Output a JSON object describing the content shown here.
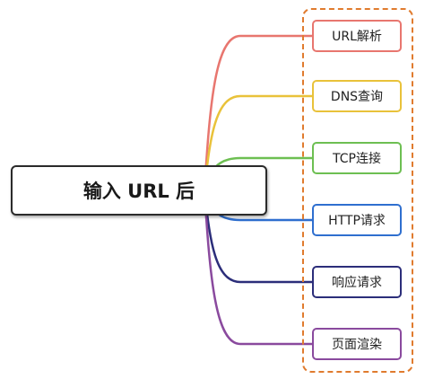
{
  "diagram": {
    "type": "mind-map",
    "root": {
      "label": "输入 URL 后"
    },
    "branches": [
      {
        "label": "URL解析",
        "color": "#e8766f"
      },
      {
        "label": "DNS查询",
        "color": "#e9c23a"
      },
      {
        "label": "TCP连接",
        "color": "#6dbf52"
      },
      {
        "label": "HTTP请求",
        "color": "#2f6fcf"
      },
      {
        "label": "响应请求",
        "color": "#2c2e7a"
      },
      {
        "label": "页面渲染",
        "color": "#8a4a9e"
      }
    ],
    "group_frame_color": "#e07b2e"
  }
}
